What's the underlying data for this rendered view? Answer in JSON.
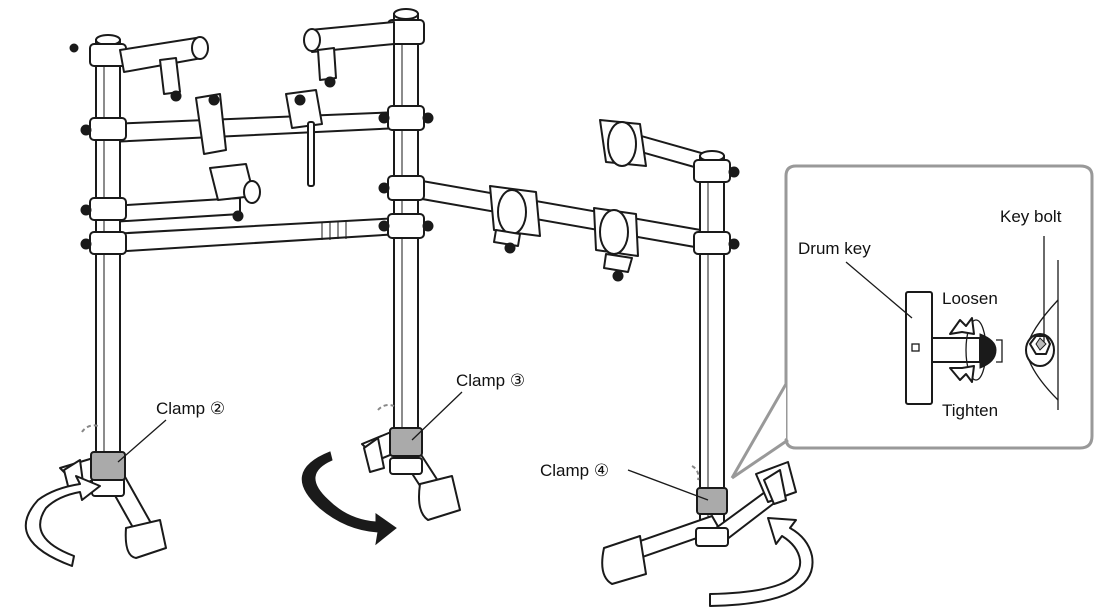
{
  "labels": {
    "clamp2": "Clamp ②",
    "clamp3": "Clamp ③",
    "clamp4": "Clamp ④",
    "drum_key": "Drum key",
    "key_bolt": "Key bolt",
    "loosen": "Loosen",
    "tighten": "Tighten"
  },
  "icons": {
    "rotation": "curved-arrow-icon",
    "loosen": "loosen-arrow-icon",
    "tighten": "tighten-arrow-icon"
  },
  "colors": {
    "line": "#1a1a1a",
    "clamp_highlight": "#aaaaaa",
    "callout_border": "#999999",
    "background": "#ffffff"
  }
}
